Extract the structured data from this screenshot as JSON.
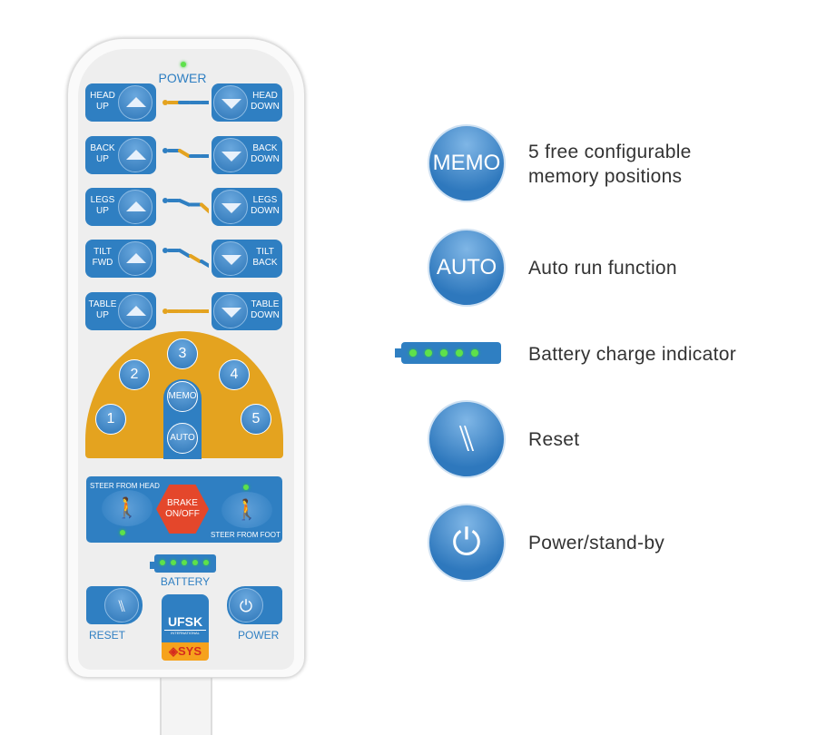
{
  "remote": {
    "power_top": "POWER",
    "rows": [
      {
        "left": [
          "HEAD",
          "UP"
        ],
        "right": [
          "HEAD",
          "DOWN"
        ]
      },
      {
        "left": [
          "BACK",
          "UP"
        ],
        "right": [
          "BACK",
          "DOWN"
        ]
      },
      {
        "left": [
          "LEGS",
          "UP"
        ],
        "right": [
          "LEGS",
          "DOWN"
        ]
      },
      {
        "left": [
          "TILT",
          "FWD"
        ],
        "right": [
          "TILT",
          "BACK"
        ]
      },
      {
        "left": [
          "TABLE",
          "UP"
        ],
        "right": [
          "TABLE",
          "DOWN"
        ]
      }
    ],
    "memory": [
      "1",
      "2",
      "3",
      "4",
      "5"
    ],
    "memo": "MEMO",
    "auto": "AUTO",
    "steer_head": "STEER FROM HEAD",
    "steer_foot": "STEER FROM FOOT",
    "brake": [
      "BRAKE",
      "ON/OFF"
    ],
    "battery": "BATTERY",
    "reset": "RESET",
    "power": "POWER",
    "logo": {
      "brand": "UFSK",
      "sub": "INTERNATIONAL",
      "sys": "SYS"
    }
  },
  "legend": [
    {
      "icon": "MEMO",
      "text": [
        "5 free configurable",
        "memory positions"
      ]
    },
    {
      "icon": "AUTO",
      "text": [
        "Auto run function"
      ]
    },
    {
      "icon": "battery-icon",
      "text": [
        "Battery charge indicator"
      ]
    },
    {
      "icon": "reset-seat-icon",
      "text": [
        "Reset"
      ]
    },
    {
      "icon": "power-icon",
      "text": [
        "Power/stand-by"
      ]
    }
  ],
  "colors": {
    "blue": "#2f7fc2",
    "gold": "#e4a31f",
    "brake": "#e4472b",
    "led": "#5ee14b"
  }
}
